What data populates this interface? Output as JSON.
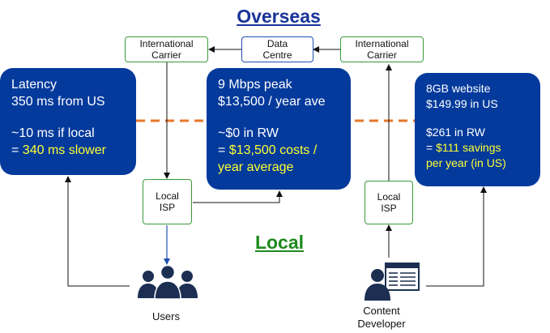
{
  "headings": {
    "overseas": "Overseas",
    "local": "Local"
  },
  "nodes": {
    "intl_carrier_left": [
      "International",
      "Carrier"
    ],
    "data_centre": [
      "Data",
      "Centre"
    ],
    "intl_carrier_right": [
      "International",
      "Carrier"
    ],
    "local_isp_left": [
      "Local",
      "ISP"
    ],
    "local_isp_right": [
      "Local",
      "ISP"
    ]
  },
  "panels": {
    "latency": {
      "line1": "Latency",
      "line2": "350 ms from US",
      "line3": "~10 ms if local",
      "line4_prefix": "= ",
      "line4_highlight": "340 ms slower"
    },
    "bandwidth": {
      "line1": "9 Mbps peak",
      "line2": "$13,500 / year ave",
      "line3": "~$0 in RW",
      "line4_prefix": "= ",
      "line4_highlight": "$13,500 costs /",
      "line5_highlight": "year average"
    },
    "website": {
      "line1": "8GB website",
      "line2": "$149.99 in US",
      "line3": "$261 in RW",
      "line4_prefix": "= ",
      "line4_highlight": "$111 savings",
      "line5_highlight": "per year (in US)"
    }
  },
  "actors": {
    "users": "Users",
    "developer_line1": "Content",
    "developer_line2": "Developer"
  },
  "colors": {
    "panel_fill": "#043a9c",
    "highlight_text": "#ffff33",
    "divider": "#e8762b",
    "overseas_heading": "#1a3399",
    "local_heading": "#1e8a1e",
    "node_border": "#3a9a3a",
    "data_centre_border": "#1f4fb0",
    "users_arrow": "#1f4fb0"
  },
  "icons": [
    "users-group-icon",
    "developer-browser-icon"
  ]
}
